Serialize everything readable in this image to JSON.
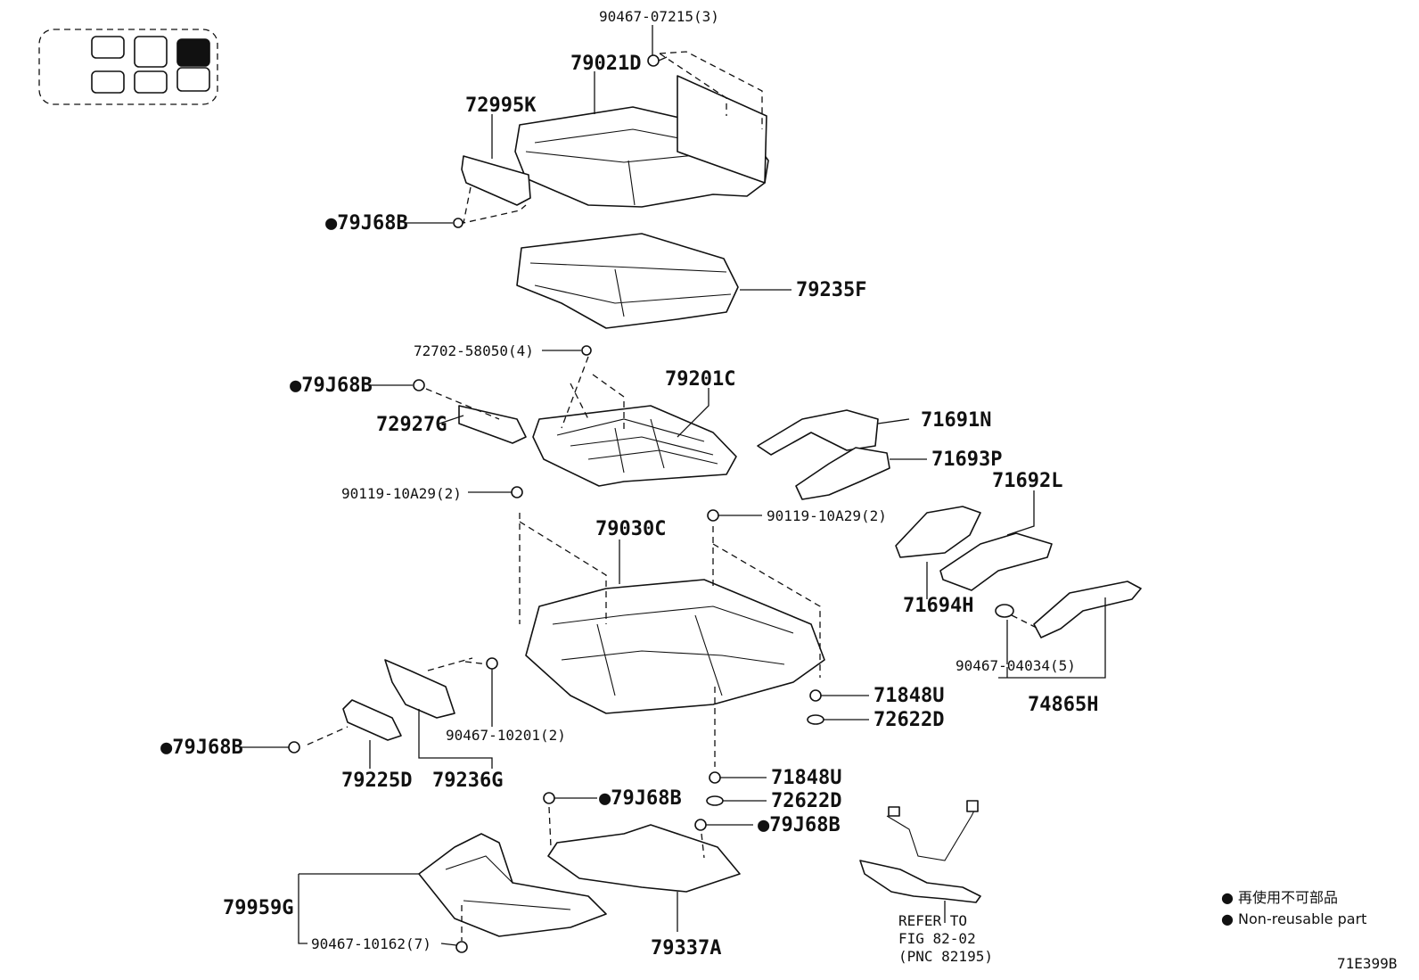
{
  "labels": {
    "p90467_07215": "90467-07215(3)",
    "p79021D": "79021D",
    "p72995K": "72995K",
    "p79J68B_1": "●79J68B",
    "p79235F": "79235F",
    "p72702_58050": "72702-58050(4)",
    "p79J68B_2": "●79J68B",
    "p79201C": "79201C",
    "p72927G": "72927G",
    "p71691N": "71691N",
    "p71693P": "71693P",
    "p71692L": "71692L",
    "p90119_left": "90119-10A29(2)",
    "p90119_right": "90119-10A29(2)",
    "p79030C": "79030C",
    "p71694H": "71694H",
    "p90467_04034": "90467-04034(5)",
    "p74865H": "74865H",
    "p71848U_1": "71848U",
    "p72622D_1": "72622D",
    "p79J68B_3": "●79J68B",
    "p90467_10201": "90467-10201(2)",
    "p79225D": "79225D",
    "p79236G": "79236G",
    "p71848U_2": "71848U",
    "p72622D_2": "72622D",
    "p79J68B_4": "●79J68B",
    "p79J68B_5": "●79J68B",
    "p79959G": "79959G",
    "p90467_10162": "90467-10162(7)",
    "p79337A": "79337A",
    "refer_1": "REFER TO",
    "refer_2": "FIG 82-02",
    "refer_3": "(PNC 82195)"
  },
  "legend": {
    "line1": "● 再使用不可部品",
    "line2": "● Non-reusable part"
  },
  "figure_id": "71E399B",
  "seat_locator": {
    "highlighted_cell": "top-right",
    "fill_color": "#111111"
  }
}
